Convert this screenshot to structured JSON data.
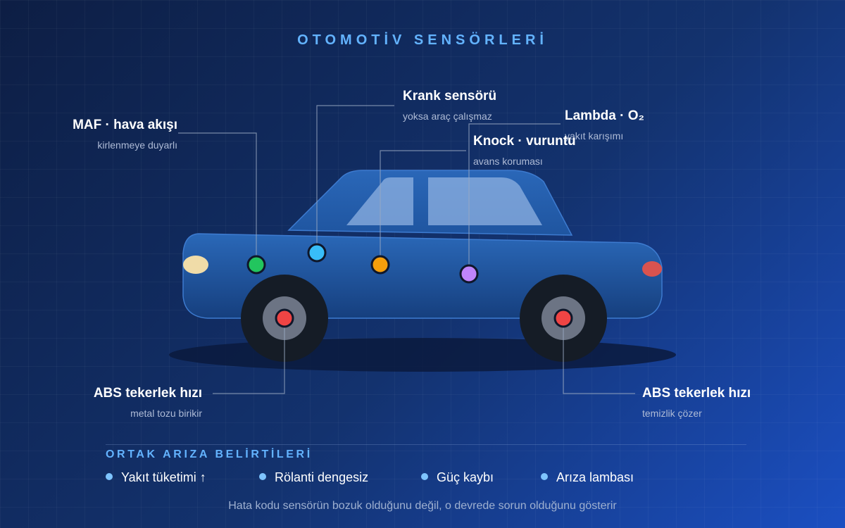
{
  "title": "OTOMOTİV SENSÖRLERİ",
  "sensors": [
    {
      "id": "maf",
      "name": "MAF · hava akışı",
      "note": "kirlenmeye duyarlı",
      "color": "#22c55e"
    },
    {
      "id": "crank",
      "name": "Krank sensörü",
      "note": "yoksa araç çalışmaz",
      "color": "#38bdf8"
    },
    {
      "id": "lambda",
      "name": "Lambda · O₂",
      "note": "yakıt karışımı",
      "color": "#c084fc"
    },
    {
      "id": "knock",
      "name": "Knock · vuruntu",
      "note": "avans koruması",
      "color": "#f59e0b"
    },
    {
      "id": "abs-front",
      "name": "ABS tekerlek hızı",
      "note": "metal tozu birikir",
      "color": "#ef4444"
    },
    {
      "id": "abs-rear",
      "name": "ABS tekerlek hızı",
      "note": "temizlik çözer",
      "color": "#ef4444"
    }
  ],
  "symptoms": {
    "heading": "ORTAK ARIZA BELİRTİLERİ",
    "items": [
      "Yakıt tüketimi ↑",
      "Rölanti dengesiz",
      "Güç kaybı",
      "Arıza lambası"
    ]
  },
  "footer": "Hata kodu sensörün bozuk olduğunu değil, o devrede sorun olduğunu gösterir",
  "colors": {
    "accent": "#63b3ff",
    "car_body": "#1f5aa6",
    "headlight": "#f0dca8",
    "taillight": "#d9534f",
    "leader_line": "#9aa9c2"
  }
}
